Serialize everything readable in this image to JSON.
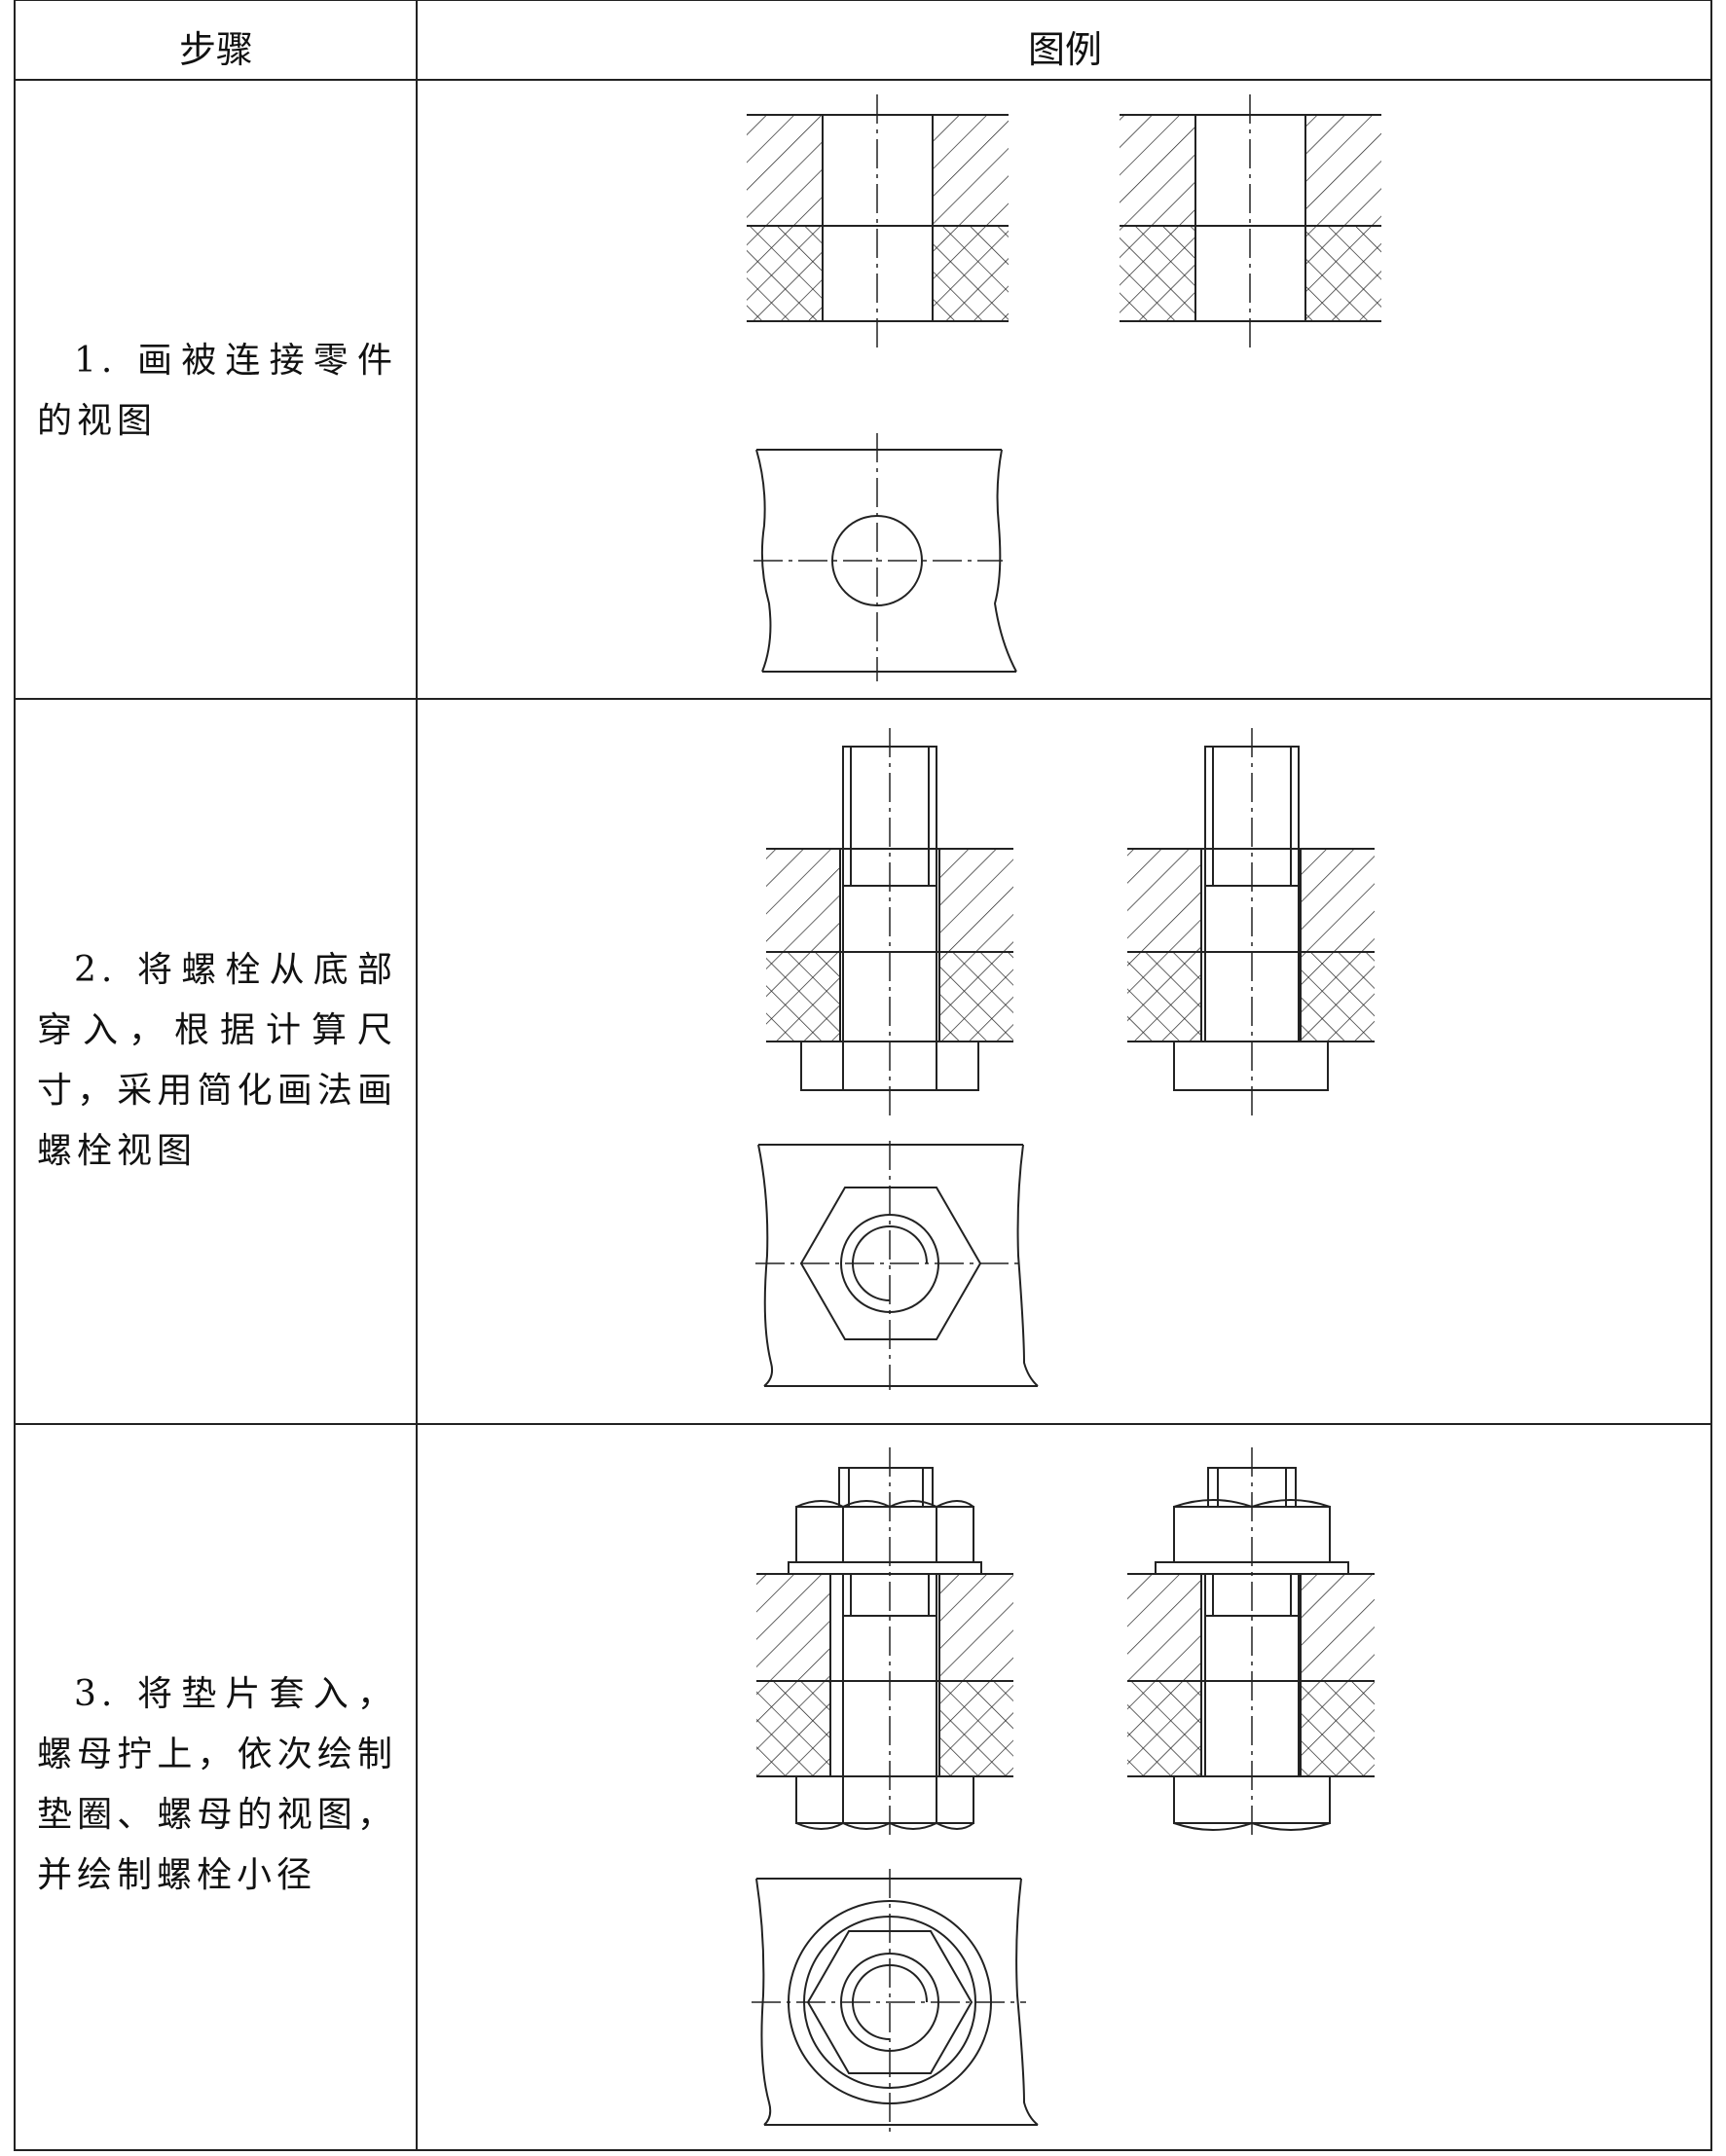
{
  "table": {
    "headers": {
      "step": "步骤",
      "figure": "图例"
    },
    "rows": [
      {
        "text": "1. 画被连接零件的视图"
      },
      {
        "text": "2. 将螺栓从底部穿入，根据计算尺寸，采用简化画法画螺栓视图"
      },
      {
        "text": "3. 将垫片套入，螺母拧上，依次绘制垫圈、螺母的视图，并绘制螺栓小径"
      }
    ]
  }
}
